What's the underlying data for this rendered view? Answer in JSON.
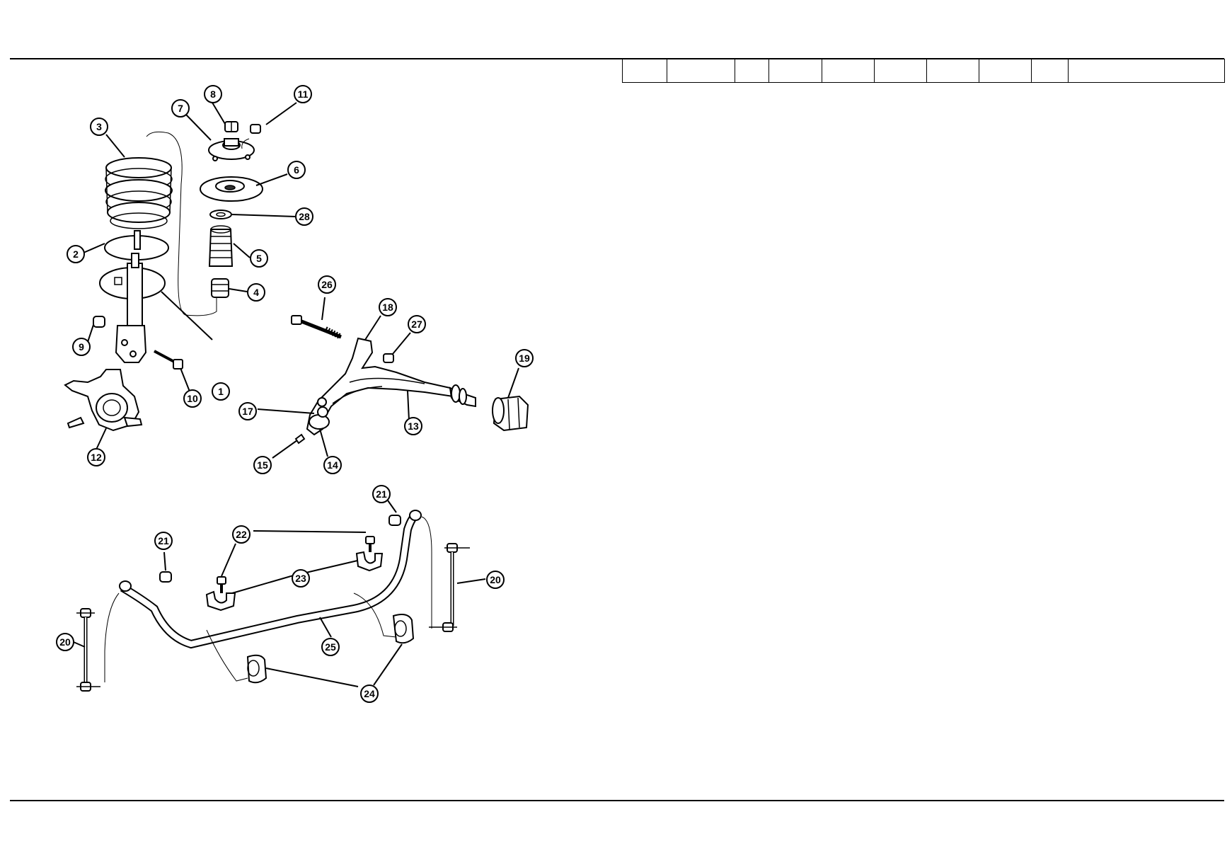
{
  "callouts": [
    "1",
    "2",
    "3",
    "4",
    "5",
    "6",
    "7",
    "8",
    "9",
    "10",
    "11",
    "12",
    "13",
    "14",
    "15",
    "17",
    "18",
    "19",
    "20",
    "21",
    "22",
    "23",
    "24",
    "25",
    "26",
    "27",
    "28"
  ],
  "table": {
    "columns": 10
  }
}
